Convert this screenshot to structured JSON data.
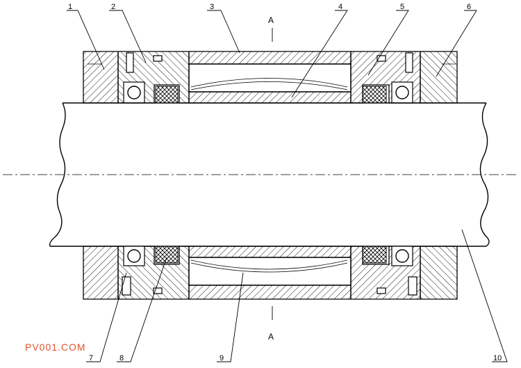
{
  "labels": {
    "part_1": "1",
    "part_2": "2",
    "part_3": "3",
    "part_4": "4",
    "part_5": "5",
    "part_6": "6",
    "part_7": "7",
    "part_8": "8",
    "part_9": "9",
    "part_10": "10"
  },
  "section": {
    "top": "A",
    "bottom": "A"
  },
  "watermark": "PV001.COM",
  "colors": {
    "line": "#000000",
    "watermark": "#e0522a",
    "background": "#ffffff"
  }
}
